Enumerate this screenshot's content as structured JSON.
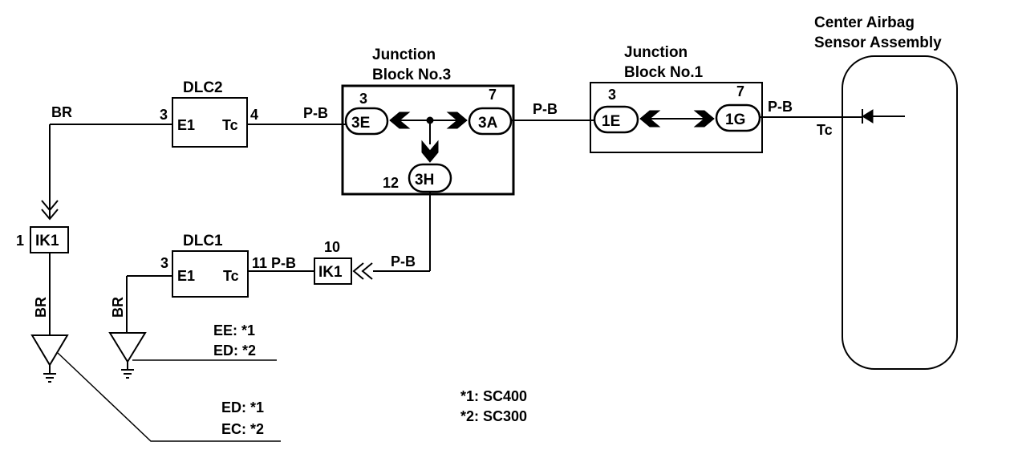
{
  "components": {
    "center_airbag_sensor": {
      "line1": "Center Airbag",
      "line2": "Sensor Assembly",
      "terminal": "Tc"
    },
    "junction_block_3": {
      "line1": "Junction",
      "line2": "Block No.3",
      "pin_3e_num": "3",
      "pin_3e": "3E",
      "pin_3a_num": "7",
      "pin_3a": "3A",
      "pin_3h_num": "12",
      "pin_3h": "3H"
    },
    "junction_block_1": {
      "line1": "Junction",
      "line2": "Block No.1",
      "pin_1e_num": "3",
      "pin_1e": "1E",
      "pin_1g_num": "7",
      "pin_1g": "1G"
    },
    "dlc2": {
      "name": "DLC2",
      "pin_e1_num": "3",
      "pin_e1": "E1",
      "pin_tc": "Tc",
      "pin_tc_num": "4"
    },
    "dlc1": {
      "name": "DLC1",
      "pin_e1_num": "3",
      "pin_e1": "E1",
      "pin_tc": "Tc",
      "pin_tc_num": "11"
    },
    "connector_ik1_left": {
      "label": "IK1",
      "pin_num": "1"
    },
    "connector_ik1_mid": {
      "label": "IK1",
      "pin_num": "10"
    }
  },
  "wires": {
    "br_top": "BR",
    "br_left_vertical": "BR",
    "br_dlc1_vertical": "BR",
    "pb_dlc2_jb3": "P-B",
    "pb_jb3_jb1": "P-B",
    "pb_jb1_sensor": "P-B",
    "pb_dlc1_ik1": "P-B",
    "pb_ik1_jb3": "P-B"
  },
  "grounds": {
    "middle_line1": "EE: *1",
    "middle_line2": "ED: *2",
    "left_line1": "ED: *1",
    "left_line2": "EC: *2"
  },
  "notes": {
    "note1": "*1: SC400",
    "note2": "*2: SC300"
  }
}
